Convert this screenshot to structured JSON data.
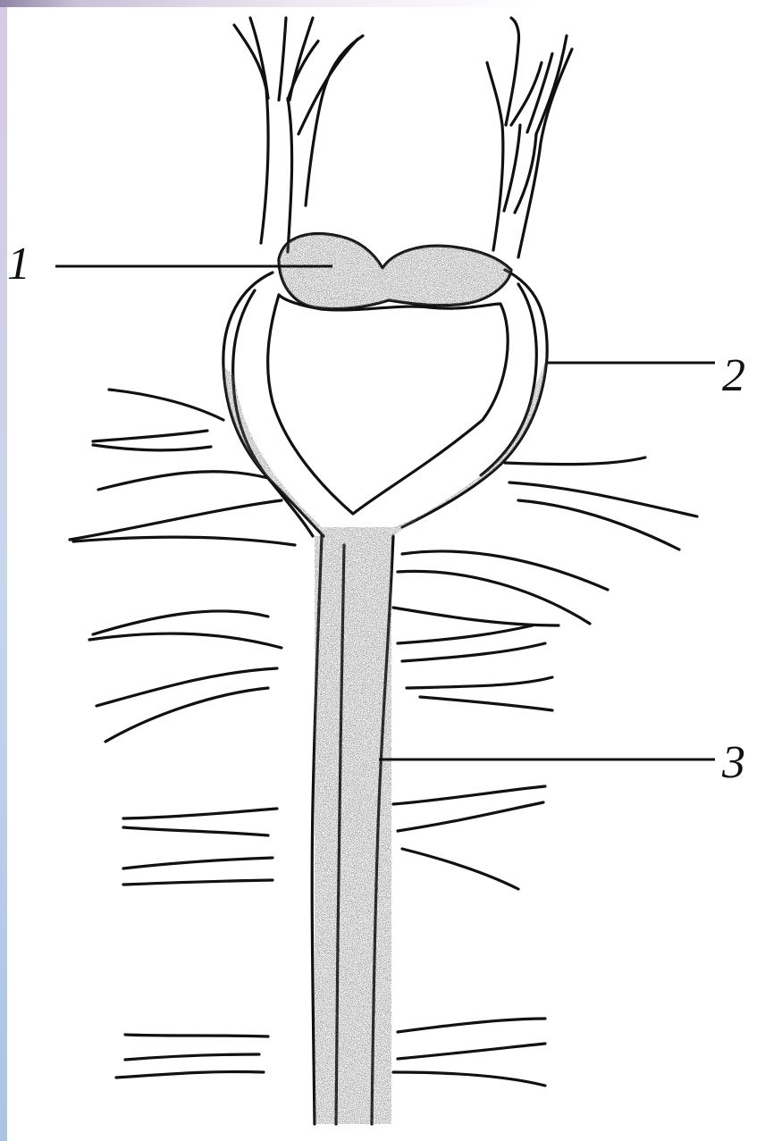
{
  "figure": {
    "labels": [
      {
        "id": "1",
        "text": "1"
      },
      {
        "id": "2",
        "text": "2"
      },
      {
        "id": "3",
        "text": "3"
      }
    ],
    "colors": {
      "line": "#111111",
      "stipple": "#333333",
      "background": "#ffffff",
      "edge_left": "#c8d6ee",
      "edge_top": "#8f86a8"
    }
  }
}
